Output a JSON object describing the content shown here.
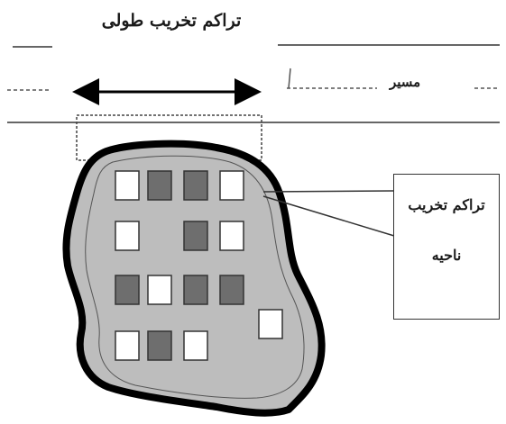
{
  "diagram": {
    "title": "تراکم تخریب طولی",
    "road_label": "مسیر",
    "area_label_line1": "تراکم تخریب",
    "area_label_line2": "ناحیه",
    "colors": {
      "area_fill": "#bdbdbd",
      "area_outline": "#000000",
      "block_dark": "#6e6e6e",
      "block_light": "#ffffff",
      "line": "#333333"
    },
    "block_rows": [
      [
        "light",
        "dark",
        "dark",
        "light"
      ],
      [
        "light",
        "",
        "dark",
        "light"
      ],
      [
        "dark",
        "light",
        "dark",
        "dark"
      ],
      [
        "light",
        "dark",
        "light",
        ""
      ]
    ],
    "extra_block": "light"
  }
}
